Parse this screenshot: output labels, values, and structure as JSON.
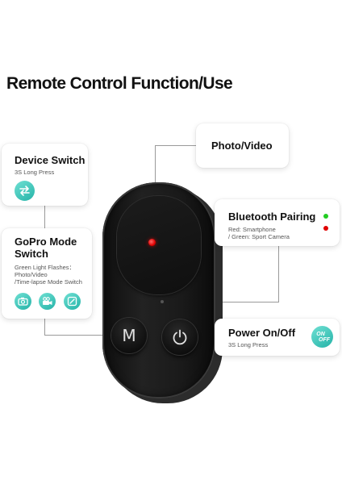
{
  "title": "Remote Control Function/Use",
  "cards": {
    "photo_video": {
      "title": "Photo/Video"
    },
    "device_switch": {
      "title": "Device Switch",
      "sub": "3S Long Press",
      "icon": "swap-arrows-icon"
    },
    "bluetooth": {
      "title": "Bluetooth Pairing",
      "sub1": "Red: Smartphone",
      "sub2": "/ Green: Sport Camera",
      "green": "#22cc22",
      "red": "#e00000"
    },
    "gopro": {
      "title1": "GoPro Mode",
      "title2": "Switch",
      "sub1": "Green Light Flashes：",
      "sub2": "Photo/Video",
      "sub3": "/Time-lapse Mode Switch",
      "icons": [
        "camera-icon",
        "video-camera-icon",
        "timelapse-icon"
      ]
    },
    "power": {
      "title": "Power On/Off",
      "sub": "3S Long Press",
      "badge_on": "ON",
      "badge_off": "OFF"
    }
  },
  "device": {
    "m_label": "M",
    "led_color": "#e00000"
  },
  "accent": "#3cc9bb"
}
